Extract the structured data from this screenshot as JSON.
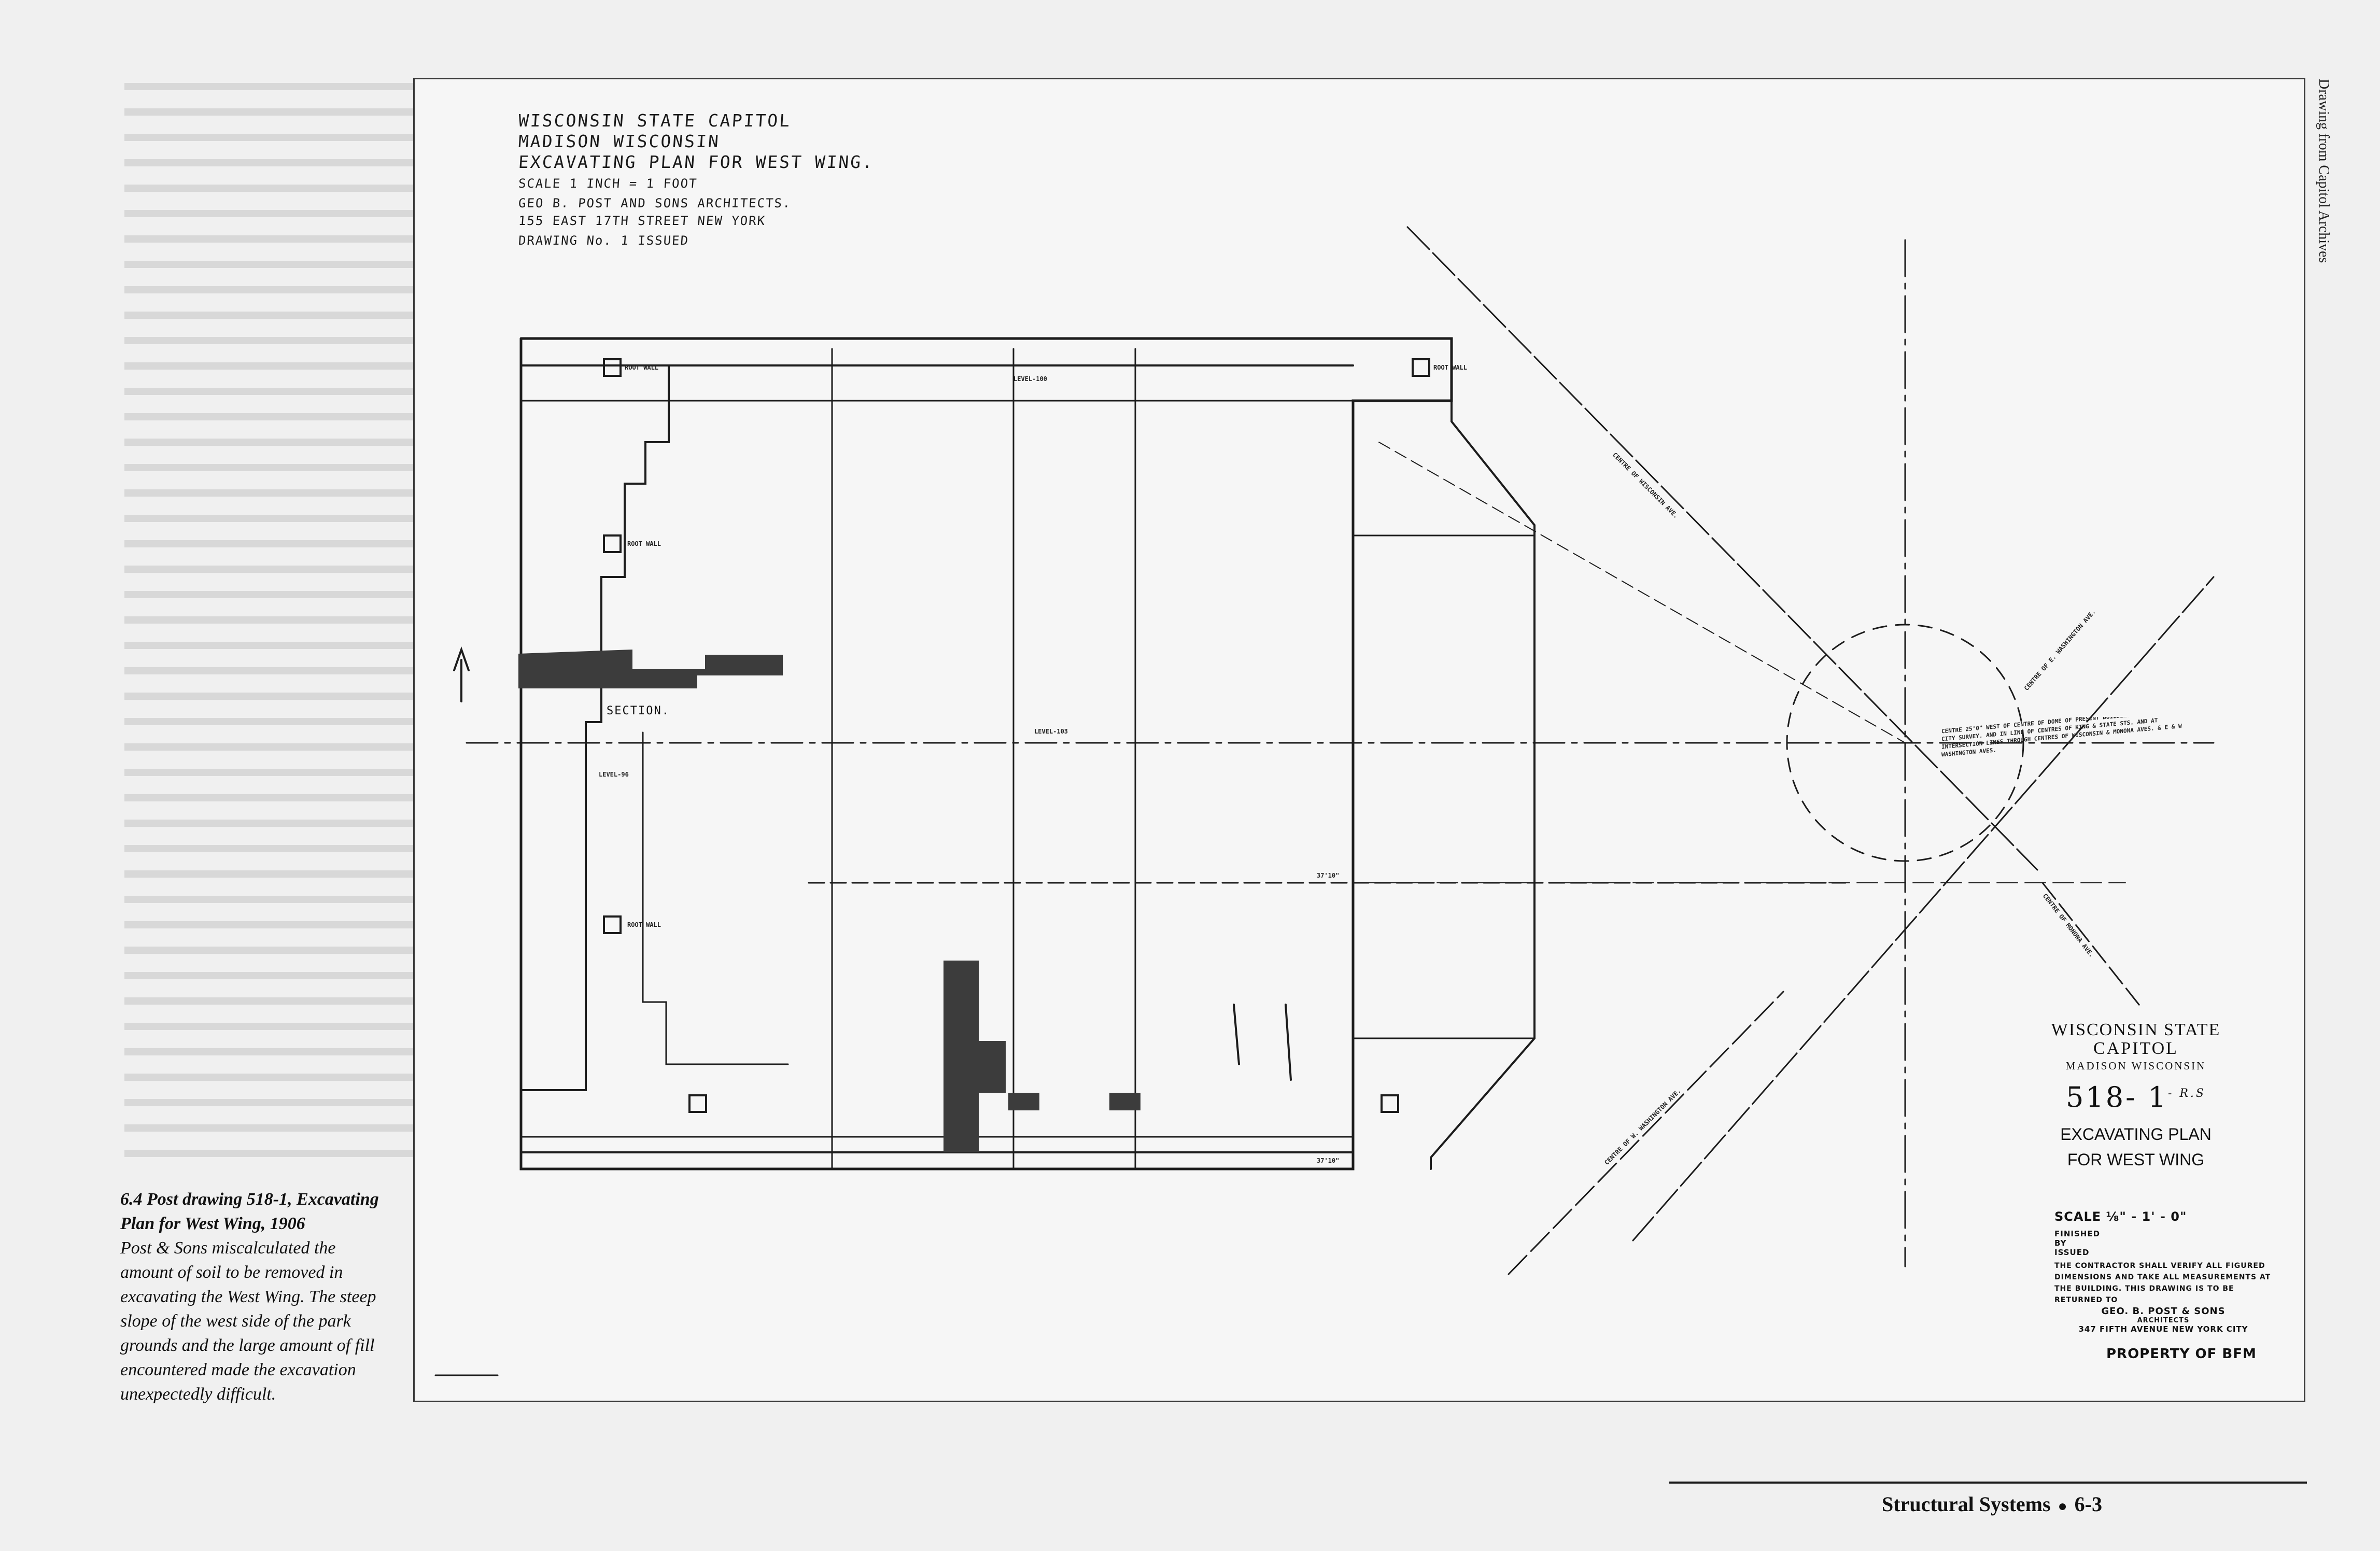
{
  "side_label": "Drawing from Capitol Archives",
  "drawing": {
    "title_lines": [
      "WISCONSIN STATE CAPITOL",
      "MADISON WISCONSIN",
      "EXCAVATING PLAN FOR WEST WING."
    ],
    "scale_line": "SCALE 1 INCH = 1 FOOT",
    "architect_lines": [
      "GEO B. POST AND SONS ARCHITECTS.",
      "155 EAST 17TH STREET  NEW YORK",
      "DRAWING No. 1          ISSUED"
    ],
    "section_label": "SECTION.",
    "levels": [
      "LEVEL-100",
      "LEVEL-103",
      "LEVEL-96",
      "37'10\"",
      "37'10\""
    ],
    "street_labels": [
      "CENTRE OF WISCONSIN AVE.",
      "CENTRE OF E. WASHINGTON AVE.",
      "CENTRE OF W. WASHINGTON AVE.",
      "CENTRE OF MONONA AVE."
    ],
    "centre_note": "CENTRE 25'0\" WEST OF CENTRE OF DOME OF PRESENT BUILDING AS SHOWN ON CITY SURVEY. AND IN LINE OF CENTRES OF KING & STATE STS. AND AT INTERSECTION LINES THROUGH CENTRES OF WISCONSIN & MONONA AVES. & E & W WASHINGTON AVES.",
    "stamp": {
      "line1": "WISCONSIN STATE",
      "line2": "CAPITOL",
      "line3": "MADISON    WISCONSIN",
      "number": "518- 1",
      "number_suffix": "- R.S",
      "plan_name": "EXCAVATING PLAN",
      "plan_for": "FOR WEST WING"
    },
    "notes": {
      "scale": "SCALE ⅛\" - 1' - 0\"",
      "finished": "FINISHED",
      "by": "BY",
      "issued": "ISSUED",
      "contractor": "THE CONTRACTOR SHALL VERIFY ALL FIGURED DIMENSIONS AND TAKE ALL MEASUREMENTS AT THE BUILDING. THIS DRAWING IS TO BE RETURNED TO",
      "firm": "GEO. B. POST & SONS",
      "architects": "ARCHITECTS",
      "address": "347 FIFTH AVENUE  NEW YORK CITY",
      "property": "PROPERTY OF BFM"
    }
  },
  "caption": {
    "title": "6.4 Post drawing 518-1, Excavating Plan for West Wing, 1906",
    "body": "Post & Sons miscalculated the amount of soil to be removed in excavating the West Wing.  The steep slope of the west side of the park grounds and the large amount of fill encountered made the excavation unexpectedly difficult."
  },
  "footer": {
    "section": "Structural Systems",
    "page": "6-3"
  }
}
